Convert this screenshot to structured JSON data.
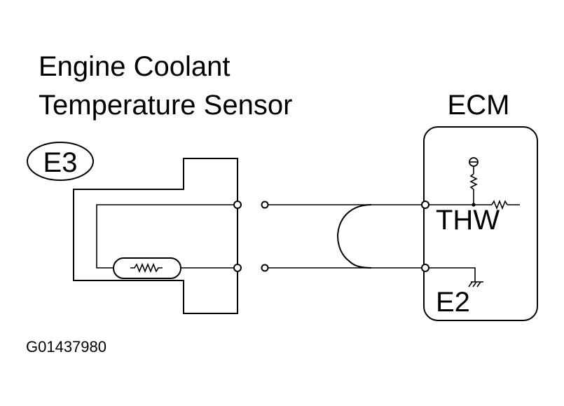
{
  "sensor": {
    "title_line1": "Engine Coolant",
    "title_line2": "Temperature Sensor",
    "connector_code": "E3"
  },
  "ecm": {
    "label": "ECM",
    "terminal_signal": "THW",
    "terminal_ground": "E2"
  },
  "figure_code": "G01437980"
}
